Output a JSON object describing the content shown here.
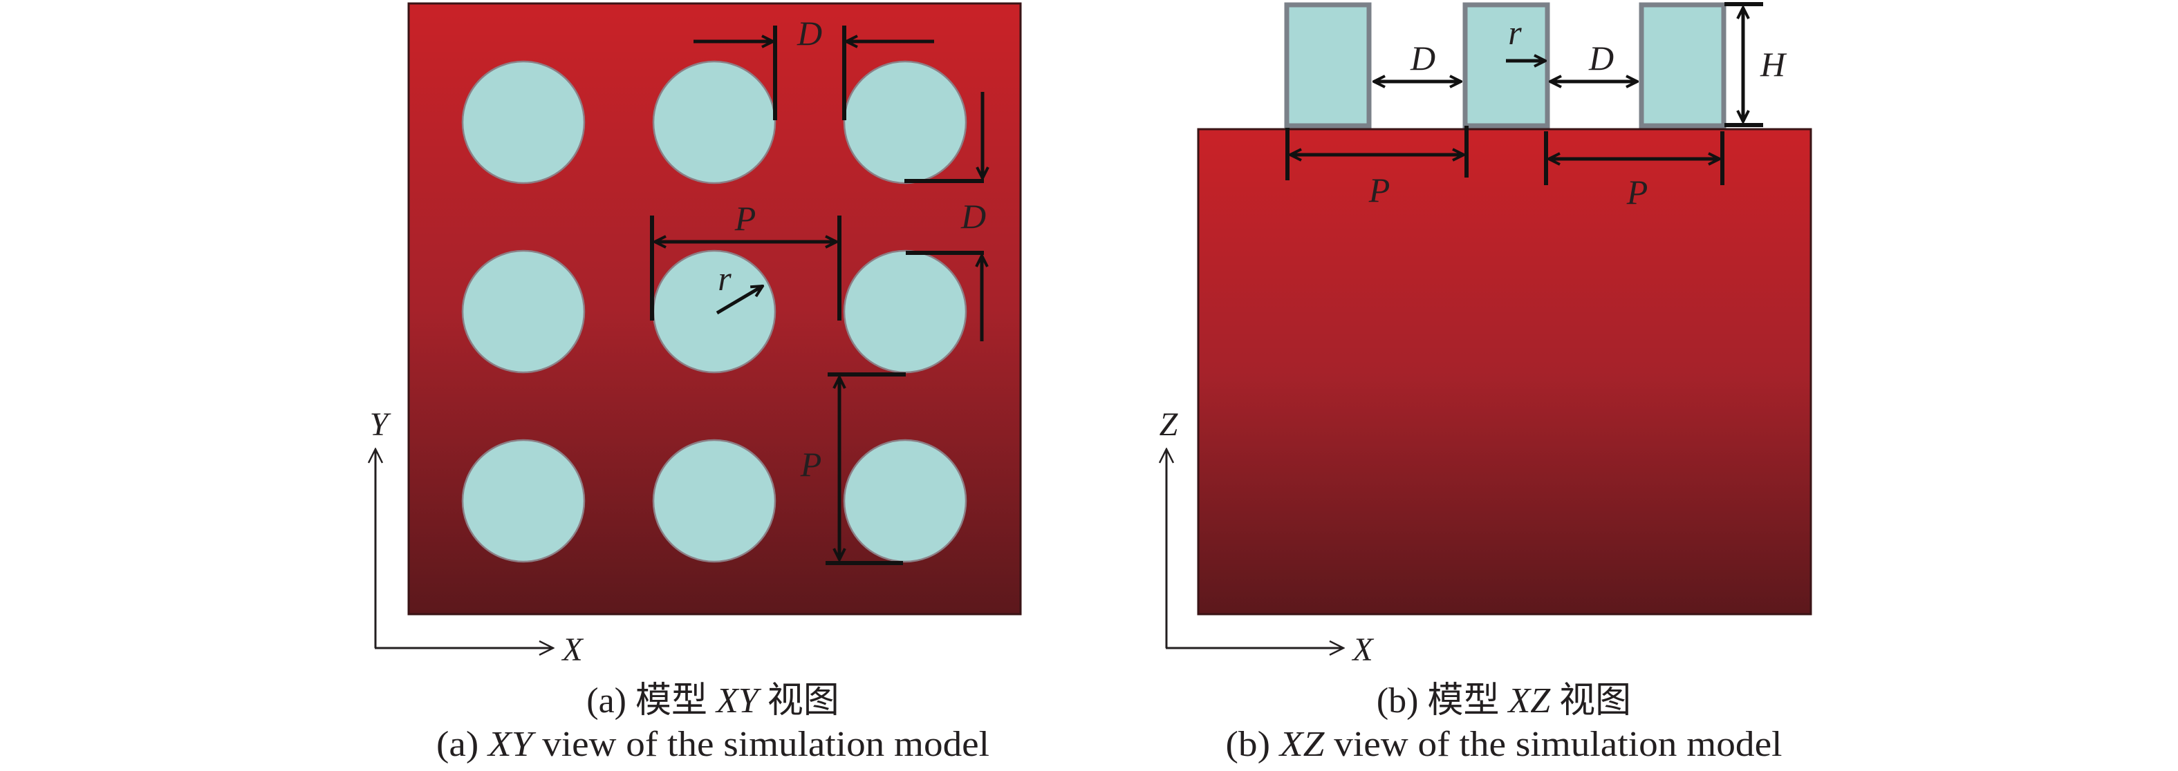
{
  "figure": {
    "colors": {
      "substrate_top": "#c92228",
      "substrate_mid": "#a6222a",
      "substrate_bottom": "#5c181c",
      "substrate_border": "#3a1416",
      "pillar_fill": "#a9d8d6",
      "pillar_outline_xy": "#8c7f86",
      "pillar_outline_xz": "#7b8189",
      "annotation": "#111111",
      "text": "#231f20"
    },
    "panel_a": {
      "grid_rows": 3,
      "grid_cols": 3,
      "labels": {
        "d_top": "D",
        "d_right": "D",
        "p_horizontal": "P",
        "p_vertical": "P",
        "r": "r"
      },
      "axes": {
        "x": "X",
        "y": "Y"
      },
      "caption_cn": {
        "prefix": "(a) 模型 ",
        "axes": "XY",
        "suffix": " 视图"
      },
      "caption_en": {
        "prefix": "(a) ",
        "axes": "XY",
        "suffix": " view of the simulation model"
      }
    },
    "panel_b": {
      "pillar_count": 3,
      "labels": {
        "d_left": "D",
        "d_right": "D",
        "r": "r",
        "h": "H",
        "p_left": "P",
        "p_right": "P"
      },
      "axes": {
        "x": "X",
        "z": "Z"
      },
      "caption_cn": {
        "prefix": "(b) 模型 ",
        "axes": "XZ",
        "suffix": " 视图"
      },
      "caption_en": {
        "prefix": "(b) ",
        "axes": "XZ",
        "suffix": " view of the simulation model"
      }
    }
  }
}
